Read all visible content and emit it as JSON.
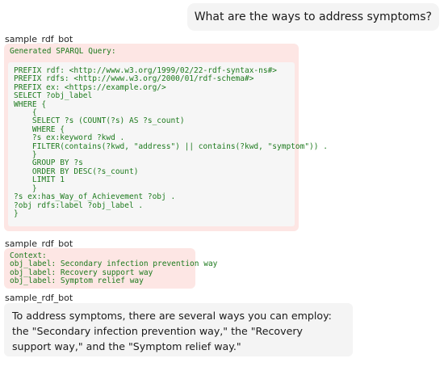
{
  "user_message": {
    "text": "What are the ways to address symptoms?"
  },
  "messages": [
    {
      "sender": "sample_rdf_bot",
      "header": "Generated SPARQL Query:",
      "code": "PREFIX rdf: <http://www.w3.org/1999/02/22-rdf-syntax-ns#>\nPREFIX rdfs: <http://www.w3.org/2000/01/rdf-schema#>\nPREFIX ex: <https://example.org/>\nSELECT ?obj_label\nWHERE {\n    {\n    SELECT ?s (COUNT(?s) AS ?s_count)\n    WHERE {\n    ?s ex:keyword ?kwd .\n    FILTER(contains(?kwd, \"address\") || contains(?kwd, \"symptom\")) .\n    }\n    GROUP BY ?s\n    ORDER BY DESC(?s_count)\n    LIMIT 1\n    }\n?s ex:has_Way_of_Achievement ?obj .\n?obj rdfs:label ?obj_label .\n}"
    },
    {
      "sender": "sample_rdf_bot",
      "code": "Context:\nobj_label: Secondary infection prevention way\nobj_label: Recovery support way\nobj_label: Symptom relief way"
    },
    {
      "sender": "sample_rdf_bot",
      "text": "To address symptoms, there are several ways you can employ: the \"Secondary infection prevention way,\" the \"Recovery support way,\" and the \"Symptom relief way.\""
    }
  ]
}
